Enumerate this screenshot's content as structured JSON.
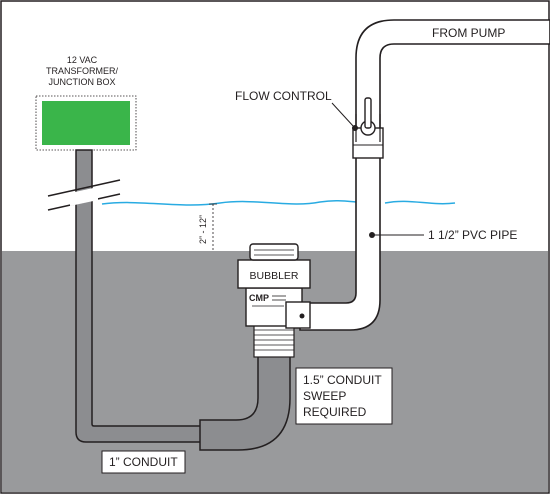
{
  "labels": {
    "transformer_line1": "12 VAC",
    "transformer_line2": "TRANSFORMER/",
    "transformer_line3": "JUNCTION BOX",
    "from_pump": "FROM PUMP",
    "flow_control": "FLOW CONTROL",
    "pvc_pipe": "1 1/2” PVC PIPE",
    "depth": "2” - 12”",
    "bubbler": "BUBBLER",
    "brand": "CMP",
    "sweep_line1": "1.5” CONDUIT",
    "sweep_line2": "SWEEP",
    "sweep_line3": "REQUIRED",
    "conduit": "1” CONDUIT"
  },
  "colors": {
    "ground": "#999a9c",
    "water_line": "#29abe2",
    "junction_box": "#3ab54a",
    "conduit": "#8c8d90",
    "pipe": "#ffffff",
    "outline": "#231f20"
  }
}
